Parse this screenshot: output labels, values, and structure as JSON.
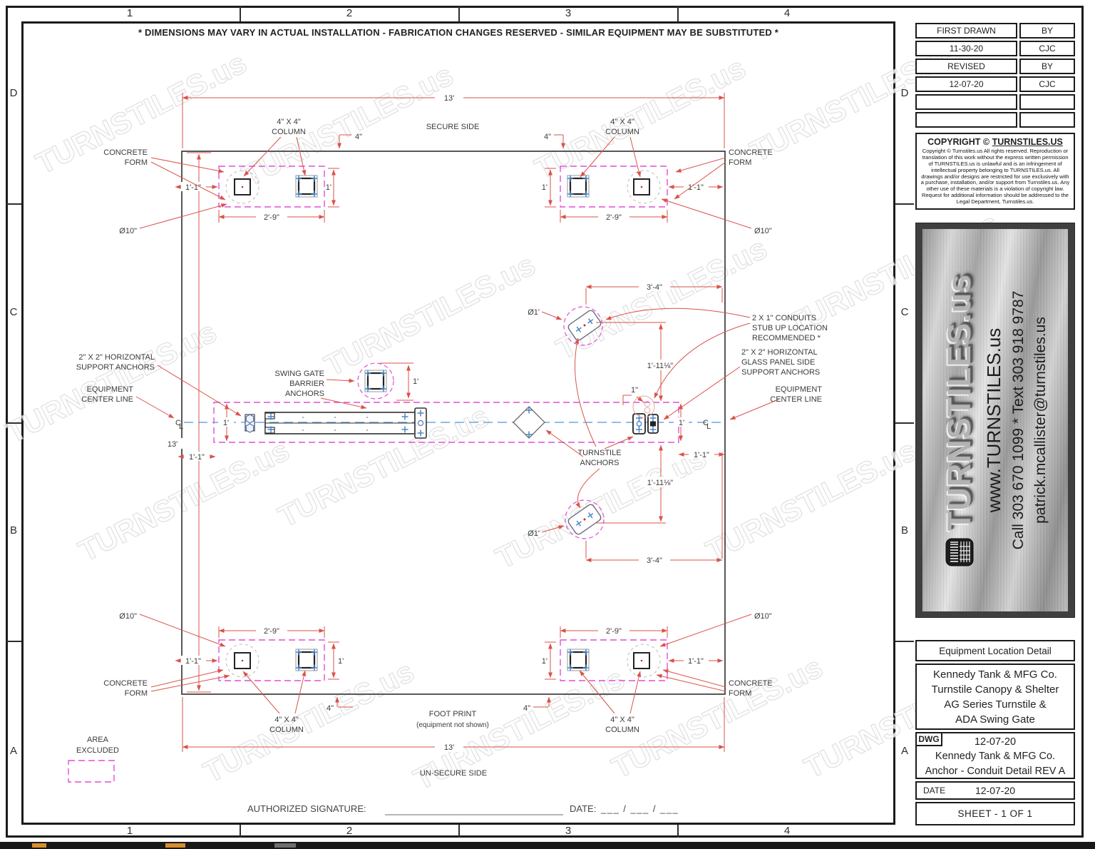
{
  "sheet": {
    "top_note": "* DIMENSIONS MAY VARY IN ACTUAL INSTALLATION - FABRICATION CHANGES RESERVED - SIMILAR EQUIPMENT MAY BE SUBSTITUTED *",
    "cols": [
      "1",
      "2",
      "3",
      "4"
    ],
    "rows": [
      "D",
      "C",
      "B",
      "A"
    ],
    "watermark": "TURNSTILES.us"
  },
  "revision_table": {
    "first_drawn_label": "FIRST DRAWN",
    "first_drawn_by_label": "BY",
    "first_drawn_date": "11-30-20",
    "first_drawn_by": "CJC",
    "revised_label": "REVISED",
    "revised_by_label": "BY",
    "revised_date": "12-07-20",
    "revised_by": "CJC"
  },
  "copyright": {
    "title_prefix": "COPYRIGHT © ",
    "title_brand": "TURNSTILES.US",
    "body": "Copyright © Turnstiles.us All rights reserved. Reproduction or translation of this work without the express written permission of TURNSTILES.us is unlawful and is an infringement of intellectual property belonging to TURNSTILES.us. All drawings and/or designs are restricted for use exclusively with a purchase, installation, and/or support from Turnstiles.us. Any other use of these materials is a violation of copyright law. Request for additional information should be addressed to the Legal Department, Turnstiles.us."
  },
  "logo": {
    "brand": "TURNSTILES.us",
    "website": "www.TURNSTILES.us",
    "phone": "Call 303 670 1099 * Text 303 918 9787",
    "email": "patrick.mcallister@turnstiles.us"
  },
  "title_block": {
    "header": "Equipment Location Detail",
    "project_line1": "Kennedy Tank & MFG Co.",
    "project_line2": "Turnstile Canopy & Shelter",
    "project_line3": "AG Series Turnstile &",
    "project_line4": "ADA Swing Gate",
    "dwg_label": "DWG",
    "dwg_date": "12-07-20",
    "dwg_line1": "Kennedy Tank & MFG Co.",
    "dwg_line2": "Anchor - Conduit Detail REV A",
    "date_label": "DATE",
    "date_value": "12-07-20",
    "sheet_label": "SHEET - 1  OF  1"
  },
  "drawing": {
    "labels": {
      "secure_side": "SECURE SIDE",
      "unsecure_side": "UN-SECURE SIDE",
      "concrete": "CONCRETE",
      "form": "FORM",
      "col_line1": "4\" X 4\"",
      "col_line2": "COLUMN",
      "support1": "2\" X 2\" HORIZONTAL",
      "support2": "SUPPORT ANCHORS",
      "equipment": "EQUIPMENT",
      "center_line": "CENTER LINE",
      "swing1": "SWING GATE",
      "swing2": "BARRIER",
      "swing3": "ANCHORS",
      "conduits1": "2 X 1\" CONDUITS",
      "conduits2": "STUB UP LOCATION",
      "conduits3": "RECOMMENDED *",
      "glass1": "2\" X 2\" HORIZONTAL",
      "glass2": "GLASS PANEL SIDE",
      "glass3": "SUPPORT ANCHORS",
      "turnstile1": "TURNSTILE",
      "turnstile2": "ANCHORS",
      "footprint1": "FOOT PRINT",
      "footprint2": "(equipment not shown)",
      "area1": "AREA",
      "area2": "EXCLUDED",
      "cl_c": "C",
      "cl_l": "L"
    },
    "dims": {
      "w13": "13'",
      "d2_9": "2'-9\"",
      "d1_1": "1'-1\"",
      "d1": "1'",
      "d4": "4\"",
      "d10": "Ø10\"",
      "d3_4": "3'-4\"",
      "d1_11": "1'-11⅛\"",
      "d1in": "1\"",
      "dO1": "Ø1'"
    },
    "signature_label": "AUTHORIZED SIGNATURE:",
    "sig_date_label": "DATE:",
    "sig_date_slots": "___ / ___ / ___"
  },
  "colors": {
    "dimension_red": "#d9534a",
    "form_magenta": "#e24fd4",
    "centerline_blue": "#6fa8dc",
    "anchor_blue": "#4a86c8",
    "taskbar_orange": "#d98e2e"
  }
}
